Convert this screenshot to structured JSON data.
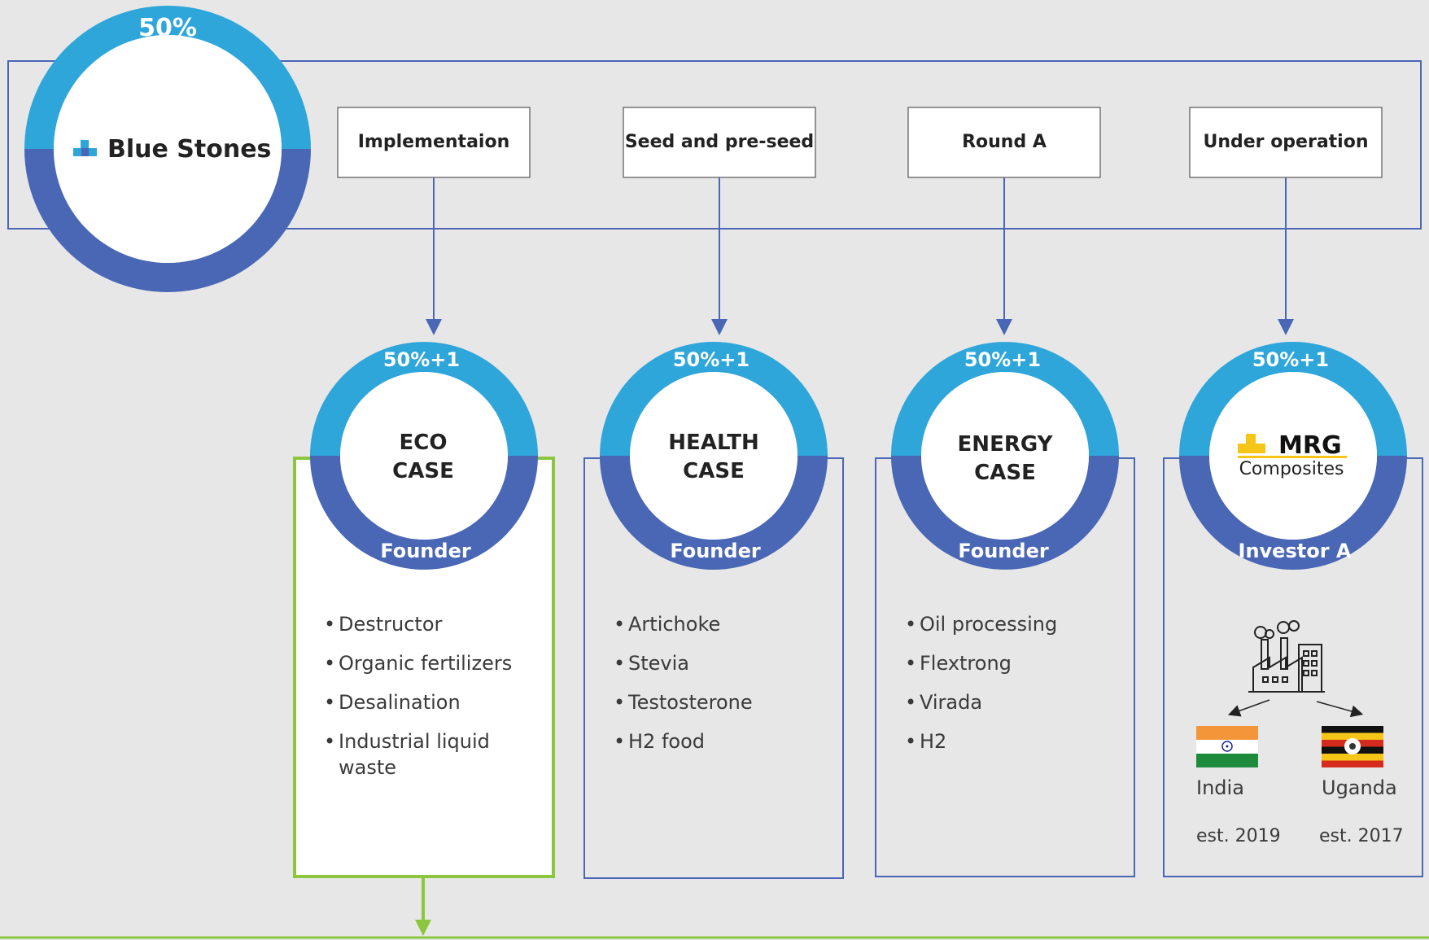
{
  "colors": {
    "ring_top": "#2ea6da",
    "ring_bottom": "#4a67b5",
    "frame_blue": "#4a67b5",
    "frame_green": "#8cc63f",
    "background": "#e8e7e8"
  },
  "parent": {
    "share": "50%",
    "logo_text": "Blue Stones",
    "logo_icon": "blue-stones-logo-icon"
  },
  "stages": [
    {
      "label": "Implementaion"
    },
    {
      "label": "Seed and pre-seed"
    },
    {
      "label": "Round A"
    },
    {
      "label": "Under operation"
    }
  ],
  "companies": [
    {
      "share": "50%+1",
      "name_line1": "ECO",
      "name_line2": "CASE",
      "role": "Founder",
      "items": [
        "Destructor",
        "Organic fertilizers",
        "Desalination",
        "Industrial liquid",
        "waste"
      ]
    },
    {
      "share": "50%+1",
      "name_line1": "HEALTH",
      "name_line2": "CASE",
      "role": "Founder",
      "items": [
        "Artichoke",
        "Stevia",
        "Testosterone",
        "H2 food"
      ]
    },
    {
      "share": "50%+1",
      "name_line1": "ENERGY",
      "name_line2": "CASE",
      "role": "Founder",
      "items": [
        "Oil processing",
        "Flextrong",
        "Virada",
        "H2"
      ]
    },
    {
      "share": "50%+1",
      "logo_main": "MRG",
      "logo_sub": "Composites",
      "role": "Investor A",
      "factory_icon": "factory-icon",
      "sites": [
        {
          "country": "India",
          "established": "est. 2019",
          "flag_icon": "india-flag-icon"
        },
        {
          "country": "Uganda",
          "established": "est. 2017",
          "flag_icon": "uganda-flag-icon"
        }
      ]
    }
  ]
}
